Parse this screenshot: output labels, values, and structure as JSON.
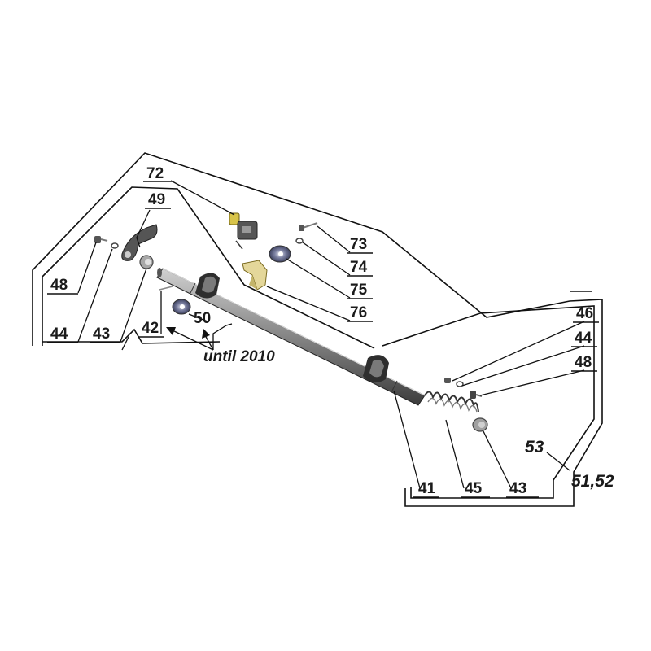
{
  "callouts": {
    "c72": "72",
    "c49": "49",
    "c73": "73",
    "c74": "74",
    "c75": "75",
    "c76": "76",
    "c48_left": "48",
    "c44_left": "44",
    "c43_left": "43",
    "c42": "42",
    "c50": "50",
    "c46": "46",
    "c44_right": "44",
    "c48_right": "48",
    "c53": "53",
    "c41": "41",
    "c45": "45",
    "c43_right": "43"
  },
  "notes": {
    "until": "until 2010",
    "assembly": "51,52"
  },
  "colors": {
    "line": "#111111",
    "shaft_dark": "#3a3a3a",
    "shaft_light": "#b5b5b5",
    "part_gray": "#8a8a8a",
    "part_blue": "#6b6f8e",
    "part_yellow": "#d8c44a"
  }
}
